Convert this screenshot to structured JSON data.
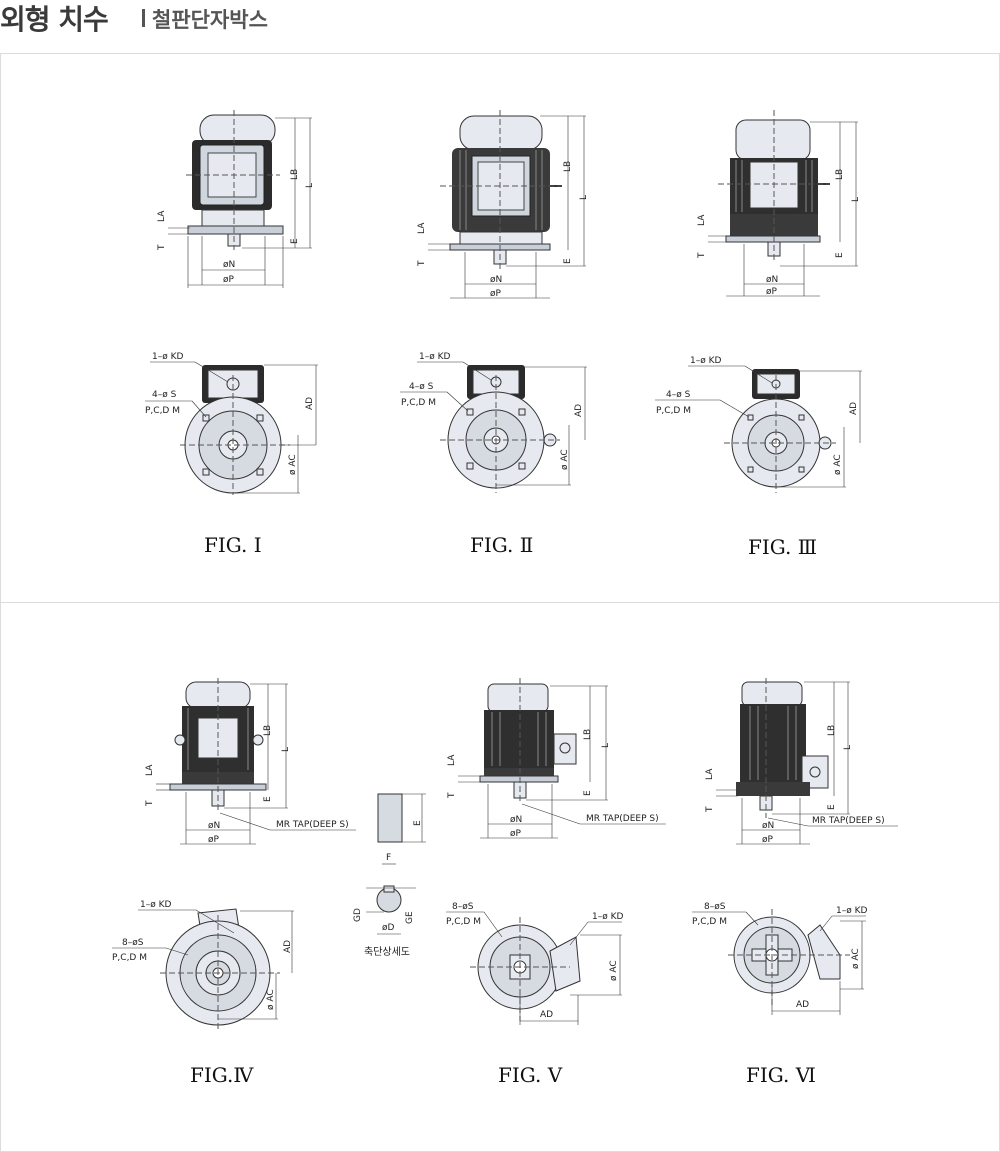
{
  "header": {
    "title": "외형 치수",
    "subtitle": "철판단자박스"
  },
  "figures": {
    "fig1": "FIG. Ⅰ",
    "fig2": "FIG. Ⅱ",
    "fig3": "FIG. Ⅲ",
    "fig4": "FIG.Ⅳ",
    "fig5": "FIG. Ⅴ",
    "fig6": "FIG. Ⅵ"
  },
  "dims": {
    "LA": "LA",
    "T": "T",
    "LB": "LB",
    "L": "L",
    "E": "E",
    "N": "øN",
    "P": "øP",
    "KD": "1–ø KD",
    "S4": "4–ø S",
    "S8": "8–øS",
    "PCD": "P,C,D M",
    "AD": "AD",
    "AC": "ø AC",
    "MRTAP": "MR TAP(DEEP S)",
    "F": "F",
    "GD": "GD",
    "D": "øD",
    "GE": "GE"
  },
  "shaft_caption": "축단상세도",
  "colors": {
    "body_fill": "#e6eaf0",
    "body_shade": "#c9cfd8",
    "dark": "#2b2b2b",
    "line": "#333333"
  }
}
